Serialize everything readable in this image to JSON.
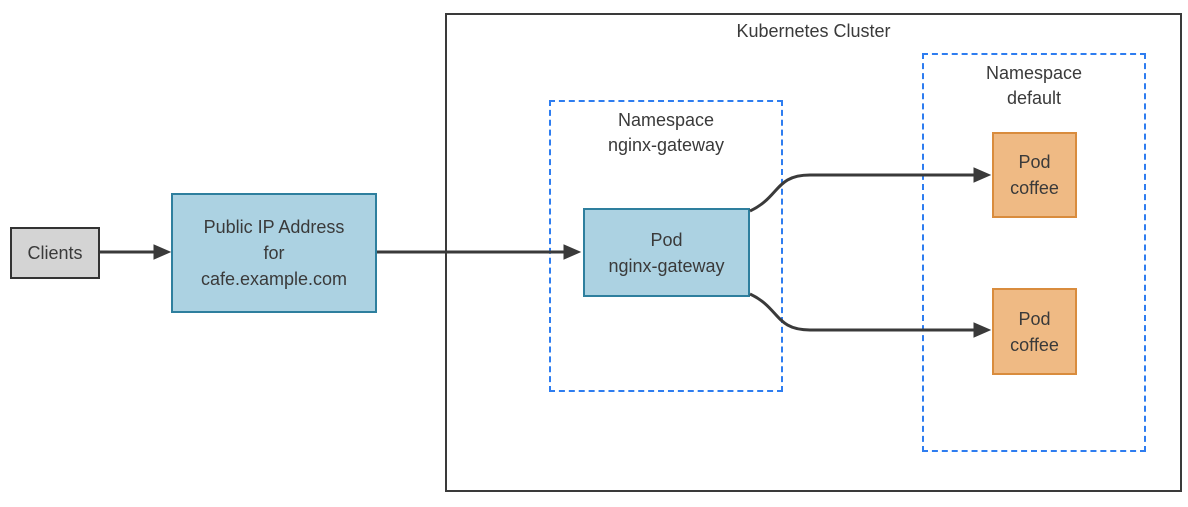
{
  "diagram": {
    "cluster_title": "Kubernetes Cluster",
    "clients": {
      "label": "Clients"
    },
    "public_ip": {
      "line1": "Public IP Address",
      "line2": "for",
      "line3": "cafe.example.com"
    },
    "namespace_gateway": {
      "line1": "Namespace",
      "line2": "nginx-gateway"
    },
    "pod_gateway": {
      "line1": "Pod",
      "line2": "nginx-gateway"
    },
    "namespace_default": {
      "line1": "Namespace",
      "line2": "default"
    },
    "pod_coffee_top": {
      "line1": "Pod",
      "line2": "coffee"
    },
    "pod_coffee_bottom": {
      "line1": "Pod",
      "line2": "coffee"
    },
    "colors": {
      "pod_blue_fill": "#acd2e2",
      "pod_blue_stroke": "#2e7f9e",
      "pod_orange_fill": "#efba84",
      "pod_orange_stroke": "#d98c3d",
      "clients_fill": "#d4d4d4",
      "clients_stroke": "#333333",
      "cluster_stroke": "#3a3a3a",
      "namespace_dash_stroke": "#2e7df0",
      "arrow_stroke": "#3a3a3a",
      "text": "#3a3a3a",
      "background": "#ffffff"
    }
  }
}
